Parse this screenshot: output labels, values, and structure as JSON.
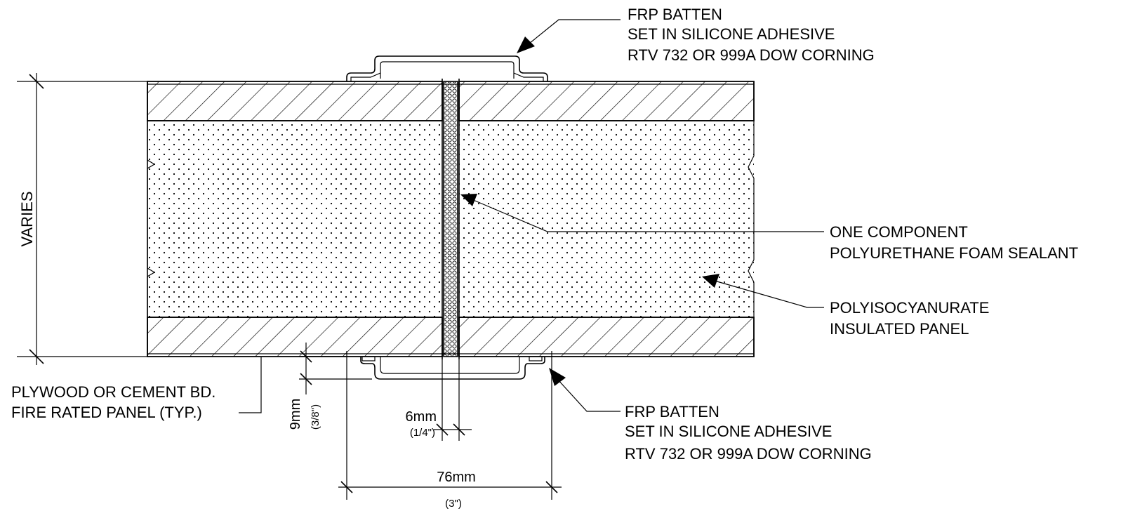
{
  "labels": {
    "top_batten": [
      "FRP BATTEN",
      "SET IN SILICONE ADHESIVE",
      "RTV 732 OR 999A DOW CORNING"
    ],
    "foam_sealant": [
      "ONE COMPONENT",
      "POLYURETHANE FOAM SEALANT"
    ],
    "insulated_panel": [
      "POLYISOCYANURATE",
      "INSULATED PANEL"
    ],
    "bottom_batten": [
      "FRP BATTEN",
      "SET IN SILICONE ADHESIVE",
      "RTV 732 OR 999A DOW CORNING"
    ],
    "plywood": [
      "PLYWOOD OR CEMENT BD.",
      "FIRE RATED PANEL (TYP.)"
    ]
  },
  "dimensions": {
    "height": "VARIES",
    "joint_metric": "6mm",
    "joint_imperial": "(1/4\")",
    "batten_thick_metric": "9mm",
    "batten_thick_imperial": "(3/8\")",
    "batten_width_metric": "76mm",
    "batten_width_imperial": "(3\")"
  },
  "colors": {
    "line": "#000000",
    "background": "#ffffff"
  }
}
